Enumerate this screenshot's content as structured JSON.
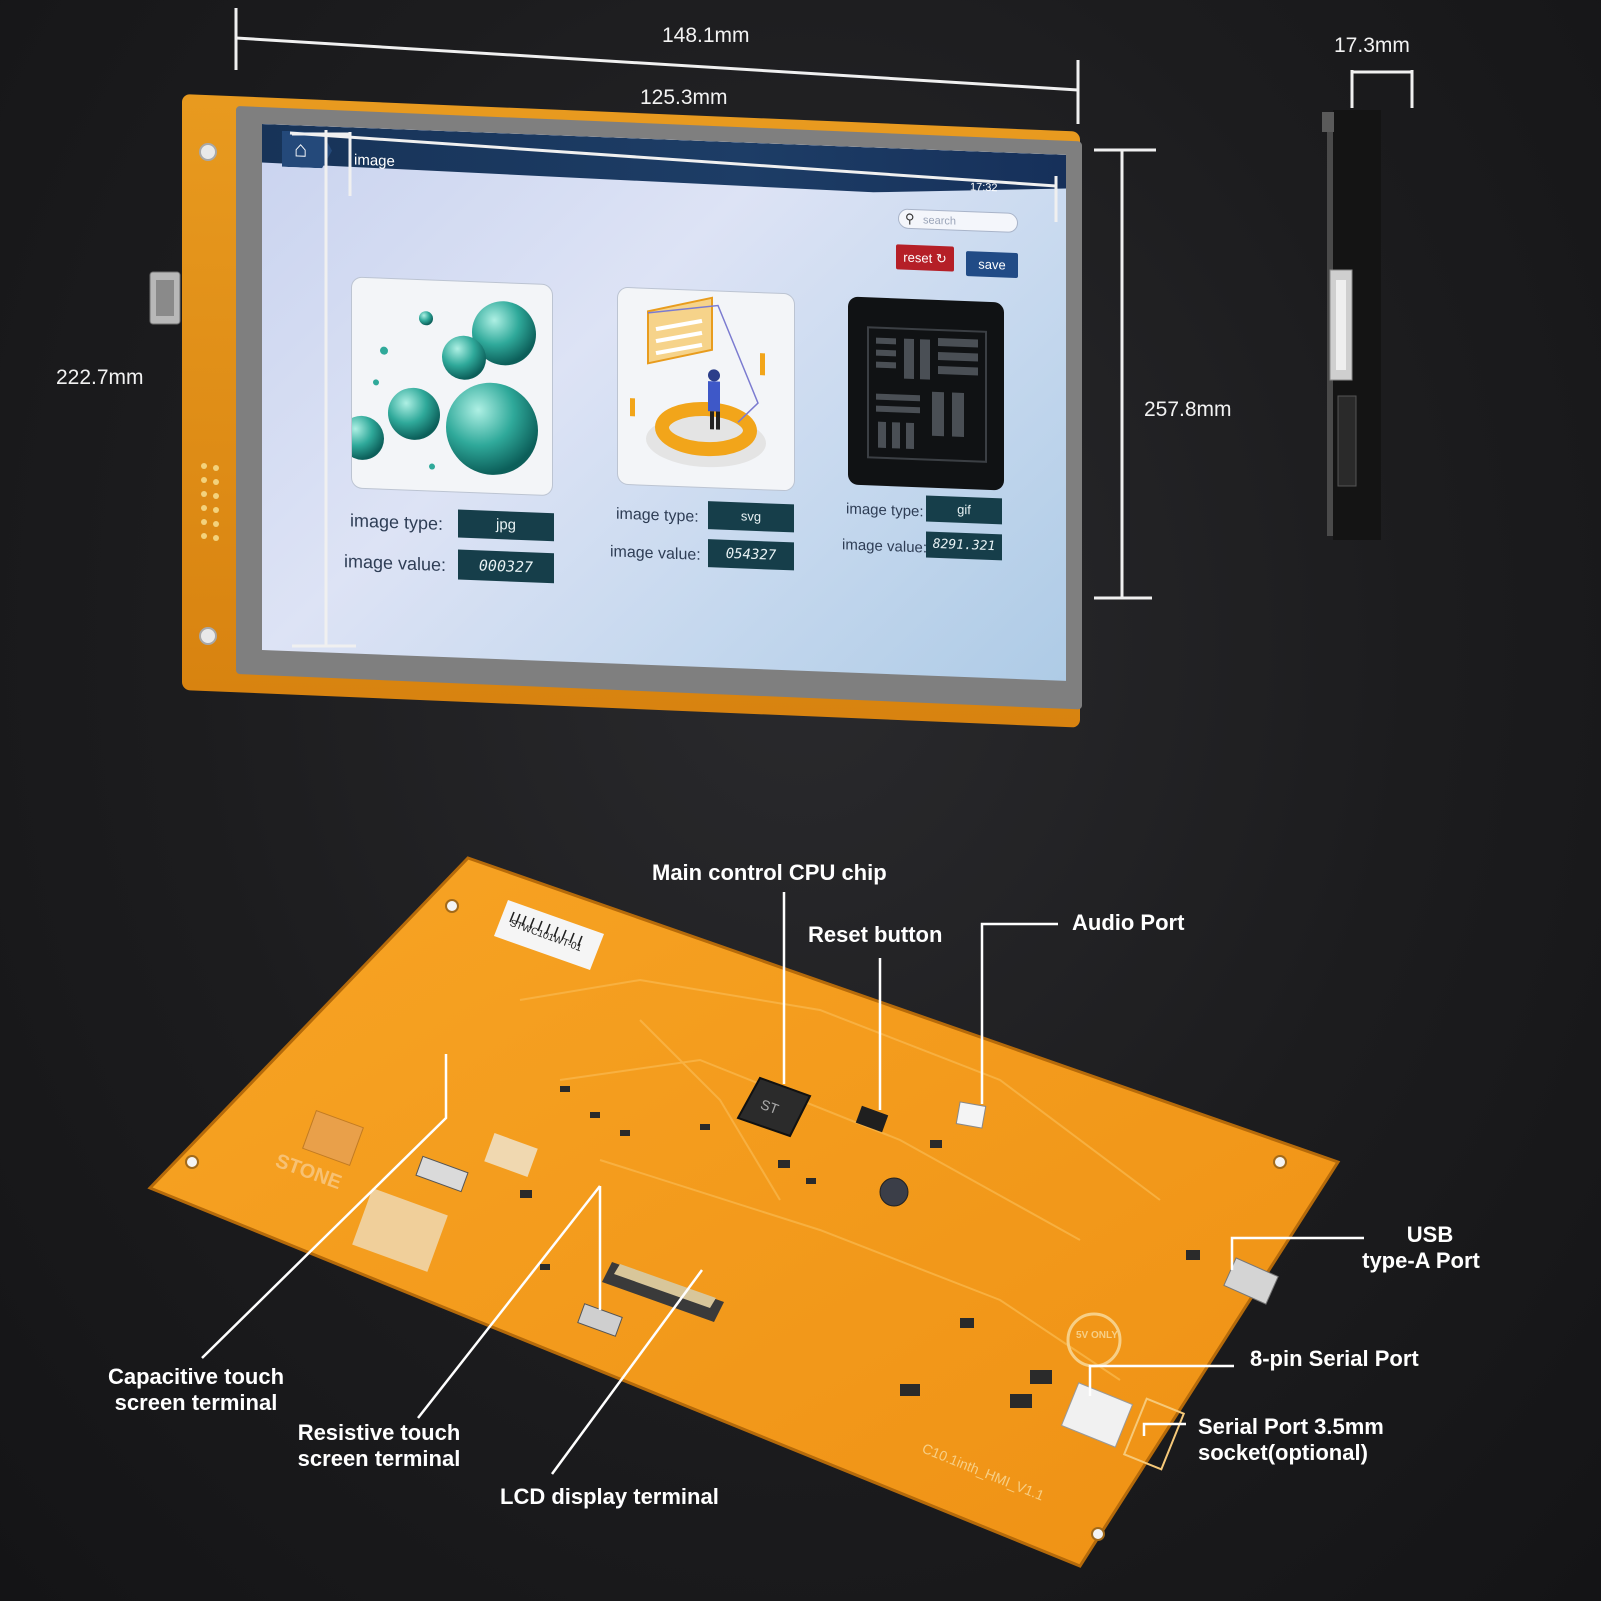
{
  "dimensions": {
    "width_total": "148.1mm",
    "width_active": "125.3mm",
    "depth": "17.3mm",
    "height_active": "222.7mm",
    "height_total": "257.8mm"
  },
  "screen_ui": {
    "title": "image",
    "time": "17:32",
    "search_placeholder": "search",
    "reset_label": "reset",
    "save_label": "save",
    "cards": [
      {
        "type_label": "image type:",
        "type_value": "jpg",
        "value_label": "image value:",
        "value": "000327"
      },
      {
        "type_label": "image type:",
        "type_value": "svg",
        "value_label": "image value:",
        "value": "054327"
      },
      {
        "type_label": "image type:",
        "type_value": "gif",
        "value_label": "image value:",
        "value": "8291.321"
      }
    ]
  },
  "board": {
    "sticker_text": "STWC101WT-01",
    "brand": "STONE",
    "model_text": "C10.1inth_HMI_V1.1",
    "chip_text": "ST",
    "badge_text": "5V ONLY"
  },
  "callouts": {
    "cpu": "Main control CPU chip",
    "reset": "Reset button",
    "audio": "Audio Port",
    "usb_line1": "USB",
    "usb_line2": "type-A Port",
    "serial8": "8-pin Serial Port",
    "serial35_line1": "Serial Port 3.5mm",
    "serial35_line2": "socket(optional)",
    "capacitive_line1": "Capacitive touch",
    "capacitive_line2": "screen terminal",
    "resistive_line1": "Resistive touch",
    "resistive_line2": "screen terminal",
    "lcd": "LCD display terminal"
  },
  "colors": {
    "pcb_orange": "#f39a1a",
    "header_navy": "#173358",
    "reset_red": "#b51f27",
    "save_blue": "#214b86",
    "value_box": "#163e4a"
  }
}
